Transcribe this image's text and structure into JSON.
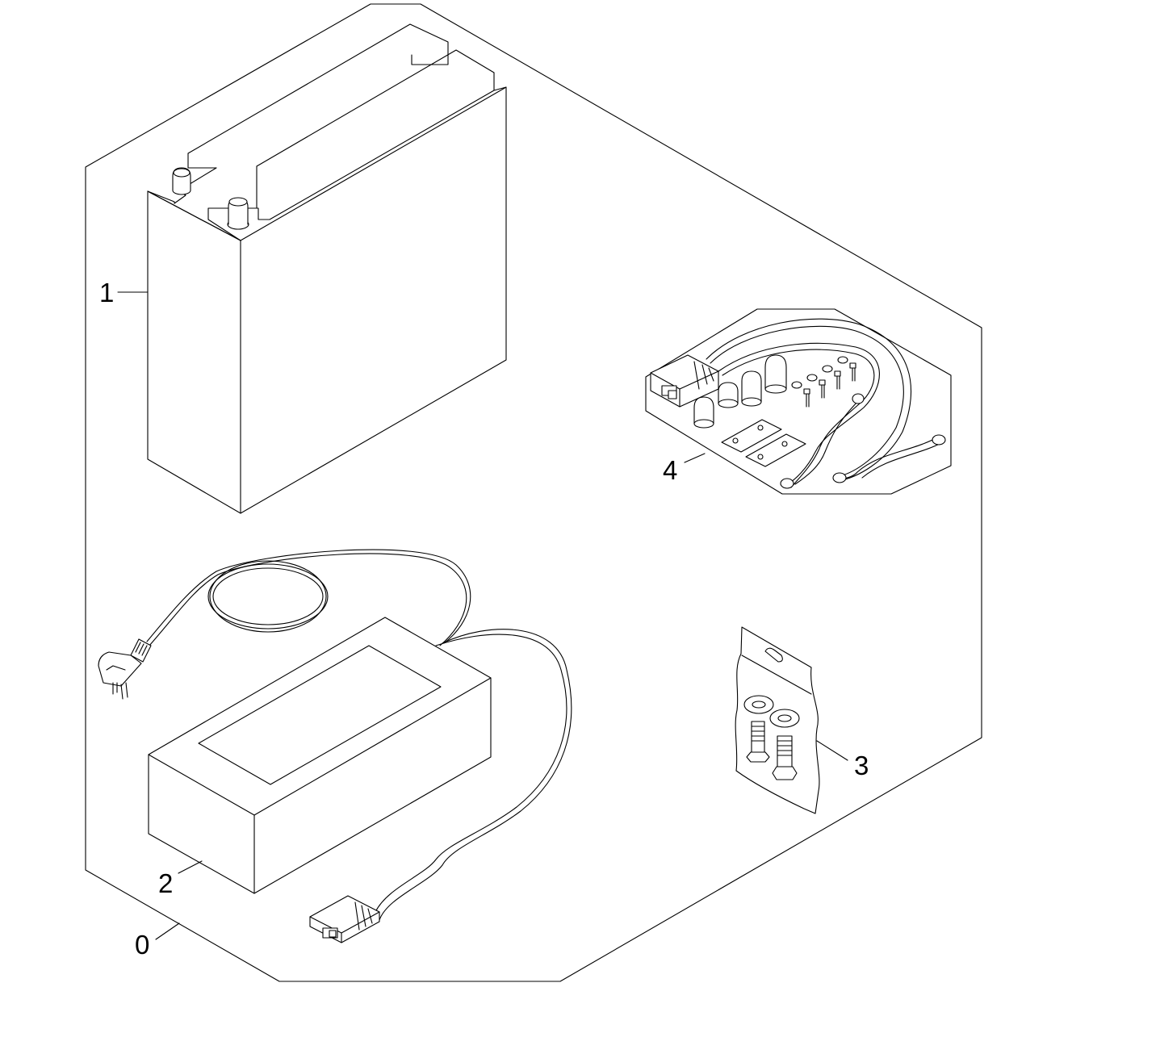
{
  "callouts": {
    "item_0": "0",
    "item_1": "1",
    "item_2": "2",
    "item_3": "3",
    "item_4": "4"
  },
  "colors": {
    "line": "#000000",
    "background": "#ffffff"
  }
}
